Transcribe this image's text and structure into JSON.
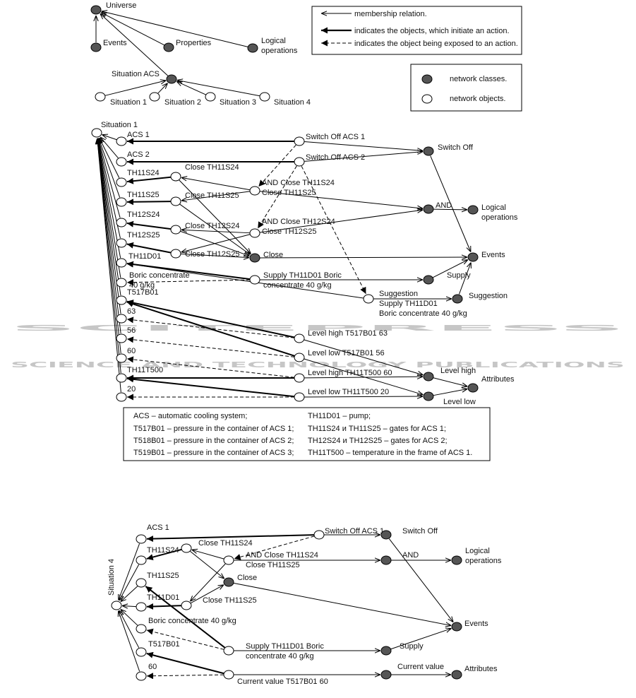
{
  "colors": {
    "cls": "#555555",
    "obj": "#ffffff",
    "stroke": "#000000",
    "line": "#000000",
    "wm": "#000000"
  },
  "watermark": {
    "main": "SCITEPRESS",
    "sub": "SCIENCE AND TECHNOLOGY PUBLICATIONS"
  },
  "legend_arrows": {
    "item1": "membership relation.",
    "item2": "indicates the objects, which initiate an action.",
    "item3": "indicates the object being exposed to an action."
  },
  "legend_nodes": {
    "cls": "network classes.",
    "obj": "network objects."
  },
  "abbrev": [
    [
      "ACS – automatic cooling system;",
      "TH11D01 – pump;"
    ],
    [
      "T517B01 – pressure in the container of ACS 1;",
      "TH11S24 и TH11S25 – gates for ACS 1;"
    ],
    [
      "T518B01 – pressure in the container of ACS 2;",
      "TH12S24 и TH12S25 – gates for ACS 2;"
    ],
    [
      "T519B01 – pressure in the container of ACS 3;",
      "TH11T500 – temperature in the frame of ACS 1."
    ]
  ],
  "nodes": [
    {
      "id": "universe",
      "t": "cls",
      "label": "Universe"
    },
    {
      "id": "top_events",
      "t": "cls",
      "label": "Events"
    },
    {
      "id": "top_props",
      "t": "cls",
      "label": "Properties"
    },
    {
      "id": "top_logic",
      "t": "cls",
      "label": "Logical\noperations"
    },
    {
      "id": "sitacs",
      "t": "cls",
      "label": "Situation ACS"
    },
    {
      "id": "sit1a",
      "t": "obj",
      "label": "Situation 1"
    },
    {
      "id": "sit2a",
      "t": "obj",
      "label": "Situation 2"
    },
    {
      "id": "sit3a",
      "t": "obj",
      "label": "Situation 3"
    },
    {
      "id": "sit4a",
      "t": "obj",
      "label": "Situation 4"
    },
    {
      "id": "s1",
      "t": "obj",
      "label": "Situation 1"
    },
    {
      "id": "acs1",
      "t": "obj",
      "label": "ACS 1"
    },
    {
      "id": "acs2",
      "t": "obj",
      "label": "ACS 2"
    },
    {
      "id": "th11s24",
      "t": "obj",
      "label": "TH11S24"
    },
    {
      "id": "th11s25",
      "t": "obj",
      "label": "TH11S25"
    },
    {
      "id": "th12s24",
      "t": "obj",
      "label": "TH12S24"
    },
    {
      "id": "th12s25",
      "t": "obj",
      "label": "TH12S25"
    },
    {
      "id": "th11d01",
      "t": "obj",
      "label": "TH11D01"
    },
    {
      "id": "boric",
      "t": "obj",
      "label": "Boric concentrate\n40 g/kg"
    },
    {
      "id": "t517",
      "t": "obj",
      "label": "T517B01"
    },
    {
      "id": "v63",
      "t": "obj",
      "label": "63"
    },
    {
      "id": "v56",
      "t": "obj",
      "label": "56"
    },
    {
      "id": "v60",
      "t": "obj",
      "label": "60"
    },
    {
      "id": "th11t500",
      "t": "obj",
      "label": "TH11T500"
    },
    {
      "id": "v20",
      "t": "obj",
      "label": "20"
    },
    {
      "id": "c24",
      "t": "obj",
      "label": "Close TH11S24"
    },
    {
      "id": "c25",
      "t": "obj",
      "label": "Close TH11S25"
    },
    {
      "id": "c1224",
      "t": "obj",
      "label": "Close TH12S24"
    },
    {
      "id": "c1225",
      "t": "obj",
      "label": "Close TH12S25"
    },
    {
      "id": "swoff1",
      "t": "obj",
      "label": "Switch Off ACS 1"
    },
    {
      "id": "swoff2",
      "t": "obj",
      "label": "Switch Off ACS 2"
    },
    {
      "id": "and11",
      "t": "obj",
      "label": "AND Close TH11S24\nClose TH11S25"
    },
    {
      "id": "and12",
      "t": "obj",
      "label": "AND Close TH12S24\nClose TH12S25"
    },
    {
      "id": "supobj",
      "t": "obj",
      "label": "Supply TH11D01 Boric\nconcentrate 40 g/kg"
    },
    {
      "id": "sugobj",
      "t": "obj",
      "label": "Suggestion\nSupply TH11D01\nBoric concentrate 40 g/kg"
    },
    {
      "id": "lh63",
      "t": "obj",
      "label": "Level high T517B01 63"
    },
    {
      "id": "ll56",
      "t": "obj",
      "label": "Level low T517B01 56"
    },
    {
      "id": "lh60",
      "t": "obj",
      "label": "Level high TH11T500 60"
    },
    {
      "id": "ll20",
      "t": "obj",
      "label": "Level low TH11T500 20"
    },
    {
      "id": "closecls",
      "t": "cls",
      "label": "Close"
    },
    {
      "id": "swoffcls",
      "t": "cls",
      "label": "Switch Off"
    },
    {
      "id": "andcls",
      "t": "cls",
      "label": "AND"
    },
    {
      "id": "logcls",
      "t": "cls",
      "label": "Logical\noperations"
    },
    {
      "id": "evcls",
      "t": "cls",
      "label": "Events"
    },
    {
      "id": "supcls",
      "t": "cls",
      "label": "Supply"
    },
    {
      "id": "sugcls",
      "t": "cls",
      "label": "Suggestion"
    },
    {
      "id": "lhcls",
      "t": "cls",
      "label": "Level high"
    },
    {
      "id": "llcls",
      "t": "cls",
      "label": "Level low"
    },
    {
      "id": "attrcls",
      "t": "cls",
      "label": "Attributes"
    },
    {
      "id": "s4",
      "t": "obj",
      "label": "Situation 4"
    },
    {
      "id": "b_acs1",
      "t": "obj",
      "label": "ACS 1"
    },
    {
      "id": "b_th11s24",
      "t": "obj",
      "label": "TH11S24"
    },
    {
      "id": "b_th11s25",
      "t": "obj",
      "label": "TH11S25"
    },
    {
      "id": "b_th11d01",
      "t": "obj",
      "label": "TH11D01"
    },
    {
      "id": "b_boric",
      "t": "obj",
      "label": "Boric concentrate 40 g/kg"
    },
    {
      "id": "b_t517",
      "t": "obj",
      "label": "T517B01"
    },
    {
      "id": "b_v60",
      "t": "obj",
      "label": "60"
    },
    {
      "id": "b_c24",
      "t": "obj",
      "label": "Close TH11S24"
    },
    {
      "id": "b_c25",
      "t": "obj",
      "label": "Close TH11S25"
    },
    {
      "id": "b_and",
      "t": "obj",
      "label": "AND Close TH11S24\nClose TH11S25"
    },
    {
      "id": "b_swoff",
      "t": "obj",
      "label": "Switch Off ACS 1"
    },
    {
      "id": "b_supobj",
      "t": "obj",
      "label": "Supply TH11D01 Boric\nconcentrate 40 g/kg"
    },
    {
      "id": "b_cv",
      "t": "obj",
      "label": "Current value T517B01 60"
    },
    {
      "id": "b_closecls",
      "t": "cls",
      "label": "Close"
    },
    {
      "id": "b_swoffcls",
      "t": "cls",
      "label": "Switch Off"
    },
    {
      "id": "b_andcls",
      "t": "cls",
      "label": "AND"
    },
    {
      "id": "b_logcls",
      "t": "cls",
      "label": "Logical\noperations"
    },
    {
      "id": "b_evcls",
      "t": "cls",
      "label": "Events"
    },
    {
      "id": "b_supcls",
      "t": "cls",
      "label": "Supply"
    },
    {
      "id": "b_cvcls",
      "t": "cls",
      "label": "Current value"
    },
    {
      "id": "b_attrcls",
      "t": "cls",
      "label": "Attributes"
    }
  ],
  "edges": [
    [
      "top_events",
      "universe",
      "m"
    ],
    [
      "top_props",
      "universe",
      "m"
    ],
    [
      "top_logic",
      "universe",
      "m"
    ],
    [
      "sitacs",
      "universe",
      "m"
    ],
    [
      "sit1a",
      "sitacs",
      "m"
    ],
    [
      "sit2a",
      "sitacs",
      "m"
    ],
    [
      "sit3a",
      "sitacs",
      "m"
    ],
    [
      "sit4a",
      "sitacs",
      "m"
    ],
    [
      "acs1",
      "s1",
      "m"
    ],
    [
      "acs2",
      "s1",
      "m"
    ],
    [
      "th11s24",
      "s1",
      "m"
    ],
    [
      "th11s25",
      "s1",
      "m"
    ],
    [
      "th12s24",
      "s1",
      "m"
    ],
    [
      "th12s25",
      "s1",
      "m"
    ],
    [
      "th11d01",
      "s1",
      "m"
    ],
    [
      "boric",
      "s1",
      "m"
    ],
    [
      "t517",
      "s1",
      "m"
    ],
    [
      "v63",
      "s1",
      "m"
    ],
    [
      "v56",
      "s1",
      "m"
    ],
    [
      "v60",
      "s1",
      "m"
    ],
    [
      "th11t500",
      "s1",
      "m"
    ],
    [
      "v20",
      "s1",
      "m"
    ],
    [
      "swoff1",
      "acs1",
      "i"
    ],
    [
      "swoff2",
      "acs2",
      "i"
    ],
    [
      "c24",
      "th11s24",
      "i"
    ],
    [
      "c25",
      "th11s25",
      "i"
    ],
    [
      "c1224",
      "th12s24",
      "i"
    ],
    [
      "c1225",
      "th12s25",
      "i"
    ],
    [
      "c24",
      "closecls",
      "m"
    ],
    [
      "c25",
      "closecls",
      "m"
    ],
    [
      "c1224",
      "closecls",
      "m"
    ],
    [
      "c1225",
      "closecls",
      "m"
    ],
    [
      "and11",
      "c24",
      "m"
    ],
    [
      "and11",
      "c25",
      "m"
    ],
    [
      "and12",
      "c1224",
      "m"
    ],
    [
      "and12",
      "c1225",
      "m"
    ],
    [
      "swoff1",
      "and11",
      "d"
    ],
    [
      "swoff2",
      "and12",
      "d"
    ],
    [
      "swoff2",
      "sugobj",
      "d"
    ],
    [
      "swoff1",
      "swoffcls",
      "m"
    ],
    [
      "swoff2",
      "swoffcls",
      "m"
    ],
    [
      "and11",
      "andcls",
      "m"
    ],
    [
      "and12",
      "andcls",
      "m"
    ],
    [
      "andcls",
      "logcls",
      "m"
    ],
    [
      "swoffcls",
      "evcls",
      "m"
    ],
    [
      "closecls",
      "evcls",
      "m"
    ],
    [
      "supcls",
      "evcls",
      "m"
    ],
    [
      "sugcls",
      "evcls",
      "m"
    ],
    [
      "supobj",
      "supcls",
      "m"
    ],
    [
      "supobj",
      "boric",
      "d"
    ],
    [
      "supobj",
      "th11d01",
      "i"
    ],
    [
      "sugobj",
      "sugcls",
      "m"
    ],
    [
      "sugobj",
      "th11d01",
      "m"
    ],
    [
      "lh63",
      "t517",
      "i"
    ],
    [
      "lh63",
      "v63",
      "d"
    ],
    [
      "ll56",
      "t517",
      "i"
    ],
    [
      "ll56",
      "v56",
      "d"
    ],
    [
      "lh60",
      "th11t500",
      "i"
    ],
    [
      "lh60",
      "v60",
      "d"
    ],
    [
      "ll20",
      "th11t500",
      "i"
    ],
    [
      "ll20",
      "v20",
      "d"
    ],
    [
      "lh63",
      "lhcls",
      "m"
    ],
    [
      "lh60",
      "lhcls",
      "m"
    ],
    [
      "ll56",
      "llcls",
      "m"
    ],
    [
      "ll20",
      "llcls",
      "m"
    ],
    [
      "lhcls",
      "attrcls",
      "m"
    ],
    [
      "llcls",
      "attrcls",
      "m"
    ],
    [
      "b_acs1",
      "s4",
      "m"
    ],
    [
      "b_th11s24",
      "s4",
      "m"
    ],
    [
      "b_th11s25",
      "s4",
      "m"
    ],
    [
      "b_th11d01",
      "s4",
      "m"
    ],
    [
      "b_boric",
      "s4",
      "m"
    ],
    [
      "b_t517",
      "s4",
      "m"
    ],
    [
      "b_v60",
      "s4",
      "m"
    ],
    [
      "b_swoff",
      "b_acs1",
      "i"
    ],
    [
      "b_c24",
      "b_th11s24",
      "i"
    ],
    [
      "b_c25",
      "b_th11d01",
      "i"
    ],
    [
      "b_c24",
      "b_closecls",
      "m"
    ],
    [
      "b_c25",
      "b_closecls",
      "m"
    ],
    [
      "b_and",
      "b_c24",
      "m"
    ],
    [
      "b_and",
      "b_c25",
      "m"
    ],
    [
      "b_swoff",
      "b_and",
      "d"
    ],
    [
      "b_swoff",
      "b_swoffcls",
      "m"
    ],
    [
      "b_and",
      "b_andcls",
      "m"
    ],
    [
      "b_andcls",
      "b_logcls",
      "m"
    ],
    [
      "b_swoffcls",
      "b_evcls",
      "m"
    ],
    [
      "b_closecls",
      "b_evcls",
      "m"
    ],
    [
      "b_supcls",
      "b_evcls",
      "m"
    ],
    [
      "b_supobj",
      "b_supcls",
      "m"
    ],
    [
      "b_supobj",
      "b_boric",
      "d"
    ],
    [
      "b_supobj",
      "b_th11s25",
      "i"
    ],
    [
      "b_cv",
      "b_t517",
      "i"
    ],
    [
      "b_cv",
      "b_v60",
      "d"
    ],
    [
      "b_cv",
      "b_cvcls",
      "m"
    ],
    [
      "b_cvcls",
      "b_attrcls",
      "m"
    ]
  ]
}
